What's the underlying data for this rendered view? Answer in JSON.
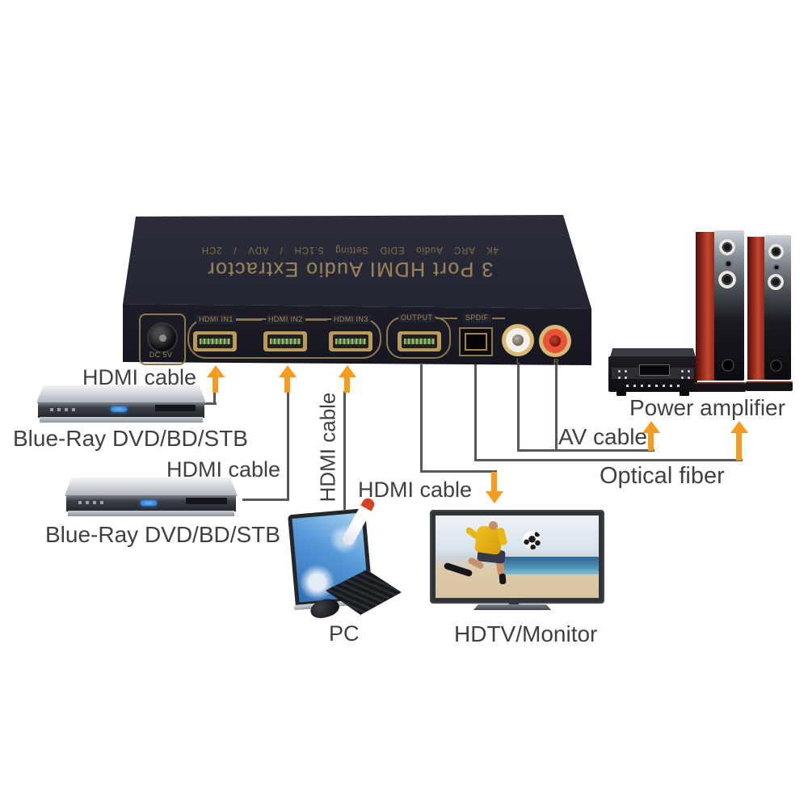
{
  "extractor": {
    "title": "3 Port HDMI Audio Extractor",
    "subtitle": "4K ARC Audio EDID Setting 5.1CH / ADV / 2CH",
    "ports": {
      "dc": "DC 5V",
      "in1": "HDMI IN1",
      "in2": "HDMI IN2",
      "in3": "HDMI IN3",
      "output": "OUTPUT",
      "spdif": "SPDIF",
      "rca_left": "L",
      "rca_right": "R"
    }
  },
  "cables": {
    "hdmi_in1": "HDMI cable",
    "hdmi_in2": "HDMI cable",
    "hdmi_pc": "HDMI cable",
    "hdmi_tv": "HDMI cable",
    "av": "AV cable",
    "optical": "Optical fiber"
  },
  "devices": {
    "bluray_1": "Blue-Ray DVD/BD/STB",
    "bluray_2": "Blue-Ray DVD/BD/STB",
    "pc": "PC",
    "hdtv": "HDTV/Monitor",
    "amplifier": "Power amplifier"
  },
  "colors": {
    "arrow_orange": "#F59B1E",
    "connector_line": "#58595B",
    "device_body": "#23242E",
    "device_gold_text": "#97815A",
    "label_text": "#3F4041",
    "rca_left_white": "#F2EFE9",
    "rca_right_red": "#E04A30"
  }
}
